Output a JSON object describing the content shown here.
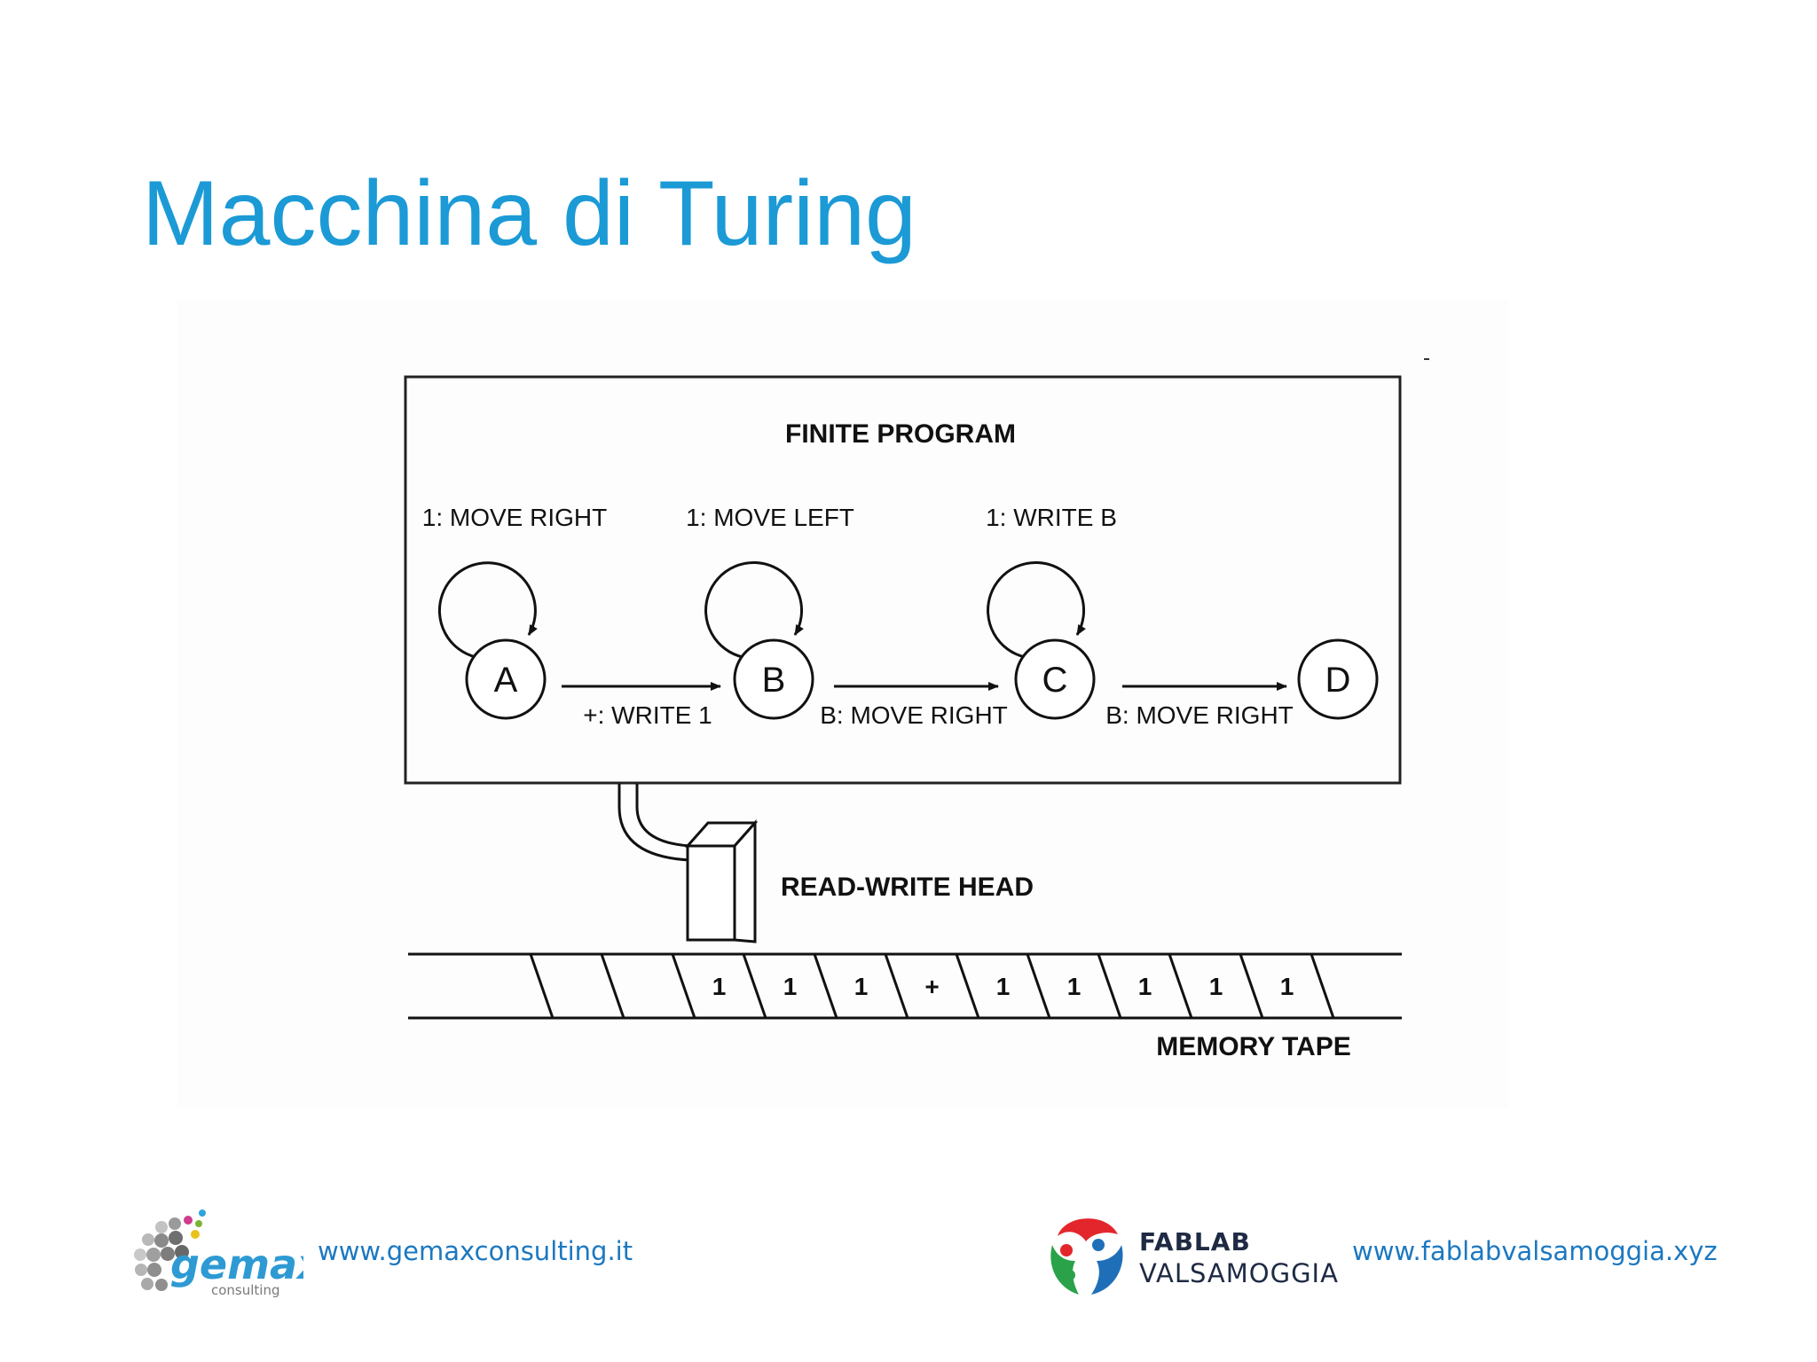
{
  "slide": {
    "title": "Macchina di Turing"
  },
  "diagram": {
    "program_title": "FINITE PROGRAM",
    "states": [
      "A",
      "B",
      "C",
      "D"
    ],
    "self_loops": [
      "1: MOVE RIGHT",
      "1: MOVE LEFT",
      "1: WRITE B"
    ],
    "transitions": [
      "+: WRITE 1",
      "B: MOVE RIGHT",
      "B: MOVE RIGHT"
    ],
    "head_label": "READ-WRITE HEAD",
    "tape_label": "MEMORY TAPE",
    "tape_symbols": [
      "",
      "",
      "1",
      "1",
      "1",
      "+",
      "1",
      "1",
      "1",
      "1",
      "1"
    ]
  },
  "footer": {
    "left_url": "www.gemaxconsulting.it",
    "gemax_logo_text": "gemax",
    "gemax_logo_sub": "consulting",
    "fablab_line1": "FABLAB",
    "fablab_line2": "VALSAMOGGIA",
    "right_url": "www.fablabvalsamoggia.xyz"
  },
  "colors": {
    "title": "#1b9ad6",
    "link": "#1c78c0",
    "ink": "#111111",
    "fablab_red": "#e3262b",
    "fablab_green": "#2aa24a",
    "fablab_blue": "#1f6fb8"
  }
}
